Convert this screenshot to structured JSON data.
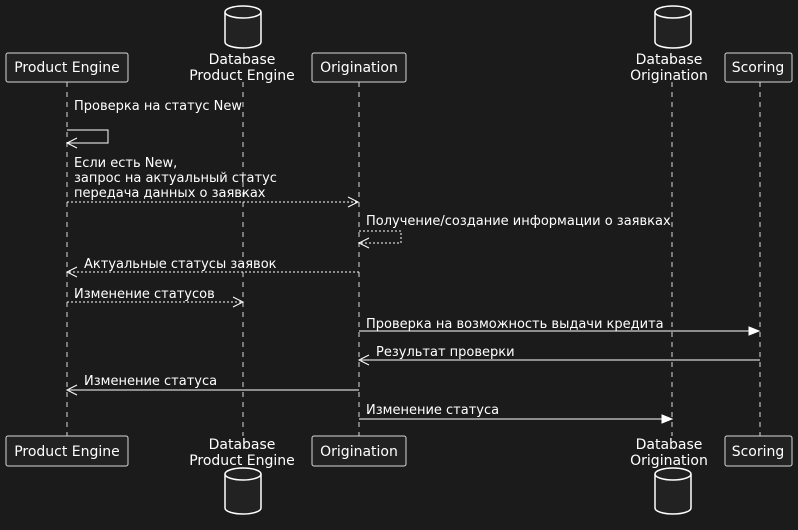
{
  "participants": {
    "product_engine": "Product Engine",
    "db_pe_line1": "Database",
    "db_pe_line2": "Product Engine",
    "origination": "Origination",
    "db_orig_line1": "Database",
    "db_orig_line2": "Origination",
    "scoring": "Scoring"
  },
  "messages": {
    "m1": "Проверка на статус New",
    "m2_line1": "Если есть New,",
    "m2_line2": " запрос на актуальный статус",
    "m2_line3": "передача данных о заявках",
    "m3": "Получение/создание информации о заявках",
    "m4": "Актуальные статусы заявок",
    "m5": "Изменение статусов",
    "m6": "Проверка на возможность выдачи кредита",
    "m7": "Результат проверки",
    "m8": "Изменение статуса",
    "m9": "Изменение статуса"
  }
}
